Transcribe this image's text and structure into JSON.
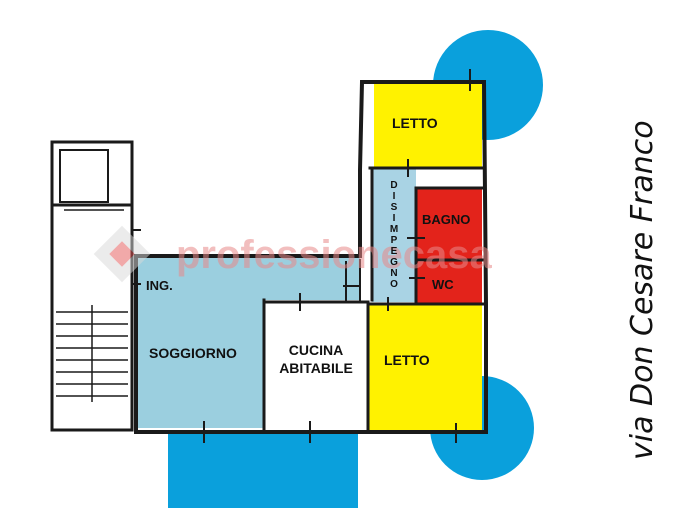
{
  "colors": {
    "living": "#9bcfdf",
    "bedroom": "#fff200",
    "bath": "#e3231b",
    "corridor": "#a9d3e4",
    "kitchen": "#ffffff",
    "balcony": "#0aa0dc",
    "wall": "#1a1a1a"
  },
  "rooms": {
    "letto_top": "LETTO",
    "disimpegno": "DISIMPEGNO",
    "bagno": "BAGNO",
    "wc": "WC",
    "ingresso": "ING.",
    "soggiorno": "SOGGIORNO",
    "cucina_line1": "CUCINA",
    "cucina_line2": "ABITABILE",
    "letto_bottom": "LETTO"
  },
  "street": "via Don Cesare Franco",
  "watermark": "professionecasa"
}
